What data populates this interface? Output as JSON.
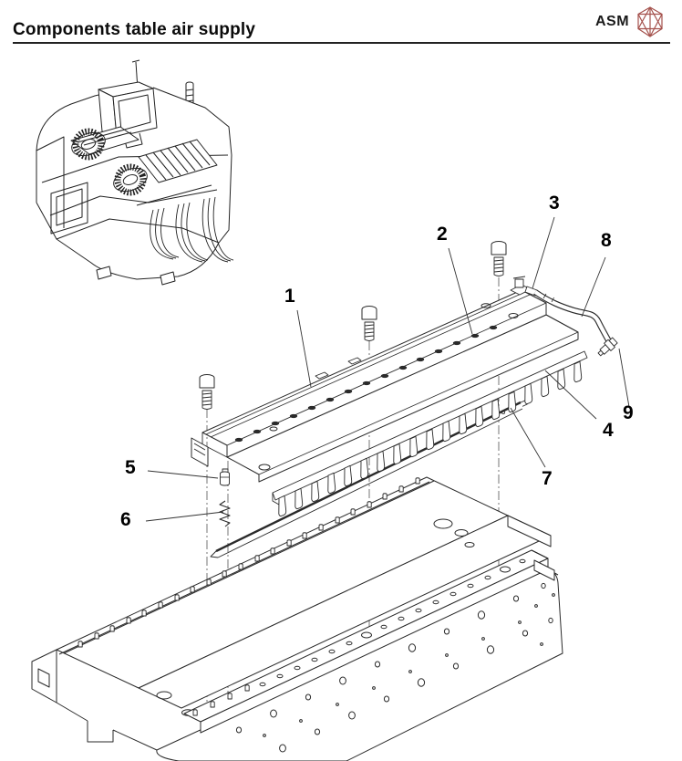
{
  "page": {
    "title": "Components table air supply"
  },
  "brand": {
    "name": "ASM",
    "logo_color": "#a5524d"
  },
  "diagram": {
    "callouts": [
      "1",
      "2",
      "3",
      "4",
      "5",
      "6",
      "7",
      "8",
      "9"
    ]
  }
}
